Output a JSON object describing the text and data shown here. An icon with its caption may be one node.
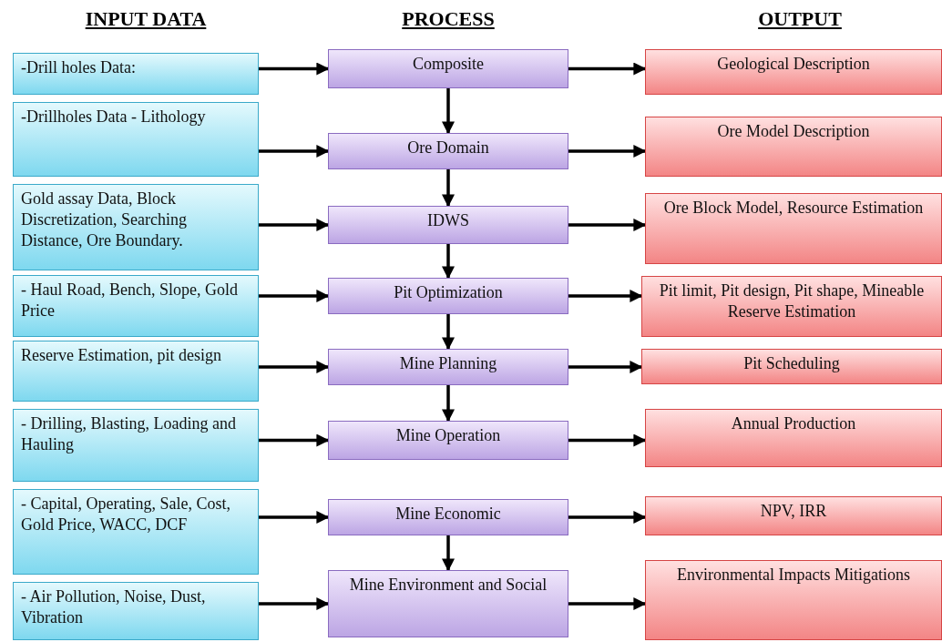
{
  "diagram": {
    "nodes": [
      {
        "text": [
          "-Drill holes Data:"
        ]
      },
      {
        "text": [
          "Composite"
        ]
      },
      {
        "text": [
          "Geological Description"
        ]
      },
      {
        "text": [
          "-Drillholes Data - Lithology"
        ]
      },
      {
        "text": [
          "Ore Domain"
        ]
      },
      {
        "text": [
          "Ore Model Description"
        ]
      },
      {
        "text": [
          "Gold assay Data, Block Discretization, Searching Distance, Ore Boundary."
        ]
      },
      {
        "text": [
          "IDWS"
        ]
      },
      {
        "text": [
          "Ore Block Model, Resource Estimation"
        ]
      },
      {
        "text": [
          "- Haul Road, Bench, Slope, Gold Price"
        ]
      },
      {
        "text": [
          "Pit Optimization"
        ]
      },
      {
        "text": [
          "Pit limit, Pit design, Pit shape, Mineable Reserve  Estimation"
        ]
      },
      {
        "text": [
          "Reserve Estimation, pit design"
        ]
      },
      {
        "text": [
          "Mine Planning"
        ]
      },
      {
        "text": [
          "Pit Scheduling"
        ]
      },
      {
        "text": [
          "- Drilling, Blasting, Loading and Hauling"
        ]
      },
      {
        "text": [
          "Mine Operation"
        ]
      },
      {
        "text": [
          "Annual Production"
        ]
      },
      {
        "text": [
          "- Capital, Operating, Sale, Cost, Gold Price, WACC, DCF"
        ]
      },
      {
        "text": [
          "Mine Economic"
        ]
      },
      {
        "text": [
          "NPV, IRR"
        ]
      },
      {
        "text": [
          "- Air Pollution, Noise, Dust, Vibration"
        ]
      },
      {
        "text": [
          "Mine Environment and Social"
        ]
      },
      {
        "text": [
          "Environmental Impacts Mitigations"
        ]
      }
    ],
    "edges": [
      {
        "from": 0,
        "to": 1,
        "arrow": "to"
      },
      {
        "from": 1,
        "to": 2,
        "arrow": "to"
      },
      {
        "from": 3,
        "to": 4,
        "arrow": "to"
      },
      {
        "from": 4,
        "to": 5,
        "arrow": "to"
      },
      {
        "from": 6,
        "to": 7,
        "arrow": "to"
      },
      {
        "from": 7,
        "to": 8,
        "arrow": "to"
      },
      {
        "from": 9,
        "to": 10,
        "arrow": "to"
      },
      {
        "from": 10,
        "to": 11,
        "arrow": "to"
      },
      {
        "from": 12,
        "to": 13,
        "arrow": "to"
      },
      {
        "from": 13,
        "to": 14,
        "arrow": "to"
      },
      {
        "from": 15,
        "to": 16,
        "arrow": "to"
      },
      {
        "from": 16,
        "to": 17,
        "arrow": "to"
      },
      {
        "from": 18,
        "to": 19,
        "arrow": "to"
      },
      {
        "from": 19,
        "to": 20,
        "arrow": "to"
      },
      {
        "from": 21,
        "to": 22,
        "arrow": "to"
      },
      {
        "from": 22,
        "to": 23,
        "arrow": "to"
      },
      {
        "from": 1,
        "to": 4,
        "arrow": "to"
      },
      {
        "from": 4,
        "to": 7,
        "arrow": "to"
      },
      {
        "from": 7,
        "to": 10,
        "arrow": "to"
      },
      {
        "from": 10,
        "to": 13,
        "arrow": "to"
      },
      {
        "from": 13,
        "to": 16,
        "arrow": "to"
      },
      {
        "from": 19,
        "to": 22,
        "arrow": "to"
      }
    ],
    "labels": [
      "INPUT DATA",
      "PROCESS",
      "OUTPUT"
    ]
  }
}
